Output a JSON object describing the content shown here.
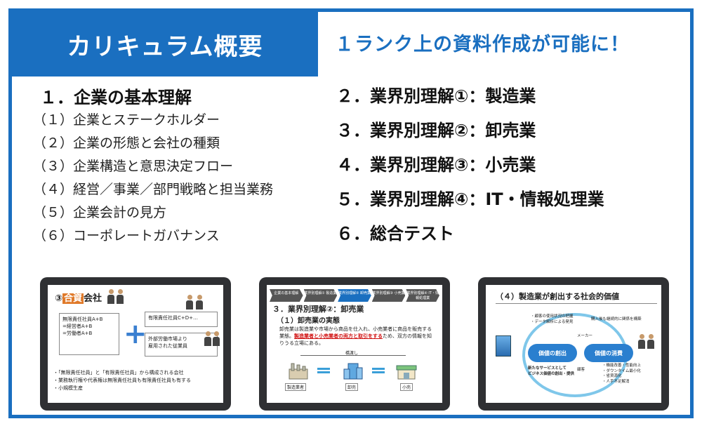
{
  "header": {
    "title": "カリキュラム概要",
    "tagline": "１ランク上の資料作成が可能に！"
  },
  "section1": {
    "heading": "１．企業の基本理解",
    "items": [
      "（１）企業とステークホルダー",
      "（２）企業の形態と会社の種類",
      "（３）企業構造と意思決定フロー",
      "（４）経営／事業／部門戦略と担当業務",
      "（５）企業会計の見方",
      "（６）コーポレートガバナンス"
    ]
  },
  "sections_right": [
    "２．業界別理解①：製造業",
    "３．業界別理解②：卸売業",
    "４．業界別理解③：小売業",
    "５．業界別理解④：IT・情報処理業",
    "６．総合テスト"
  ],
  "slide1": {
    "title_num": "③",
    "title_hl": "合資",
    "title_rest": "会社",
    "box1": "無限責任社員A+B\n=経営者A+B\n=労働者A+B",
    "box2": "有限責任社員C+D+…",
    "box3": "外部労働市場より\n雇用された従業員",
    "bullets": [
      "・「無限責任社員」と「有限責任社員」から構成される会社",
      "・業務執行権や代表権は無限責任社員も有限責任社員も有する",
      "・小規模生産"
    ]
  },
  "slide2": {
    "nav": [
      "企業の基本理解",
      "業界別理解①\n製造業",
      "業界別理解②\n卸売業",
      "業界別理解③\n小売業",
      "業界別理解④\nIT・情報処理業"
    ],
    "title": "３．業界別理解②：卸売業",
    "subtitle": "（１）卸売業の実態",
    "body_pre": "卸売業は製造業や市場から商品を仕入れ、小売業者に商品を販売する業態。",
    "body_red": "製造業者と小売業者の両方と取引をする",
    "body_post": "ため、双方の情報を知りうる立場にある。",
    "flow_label": "橋渡し",
    "captions": [
      "製造業者",
      "卸売",
      "小売"
    ]
  },
  "slide3": {
    "title": "（４）製造業が創出する社会的価値",
    "oval_left": "価値の創出",
    "oval_right": "価値の消費",
    "note_top_left": "・顧客の使用状況の把握\n・データ解析による発見",
    "note_top_right": "購入後も継続的に関係を構築",
    "note_bottom_left": "新たなサービスとして\nビジネス価値の創出・提供",
    "note_bottom_right": "・機能改善・性能向上\n・ダウンタイム最小化\n・省資源化\n・人手不足解消",
    "label_maker": "メーカー",
    "label_customer": "顧客"
  }
}
